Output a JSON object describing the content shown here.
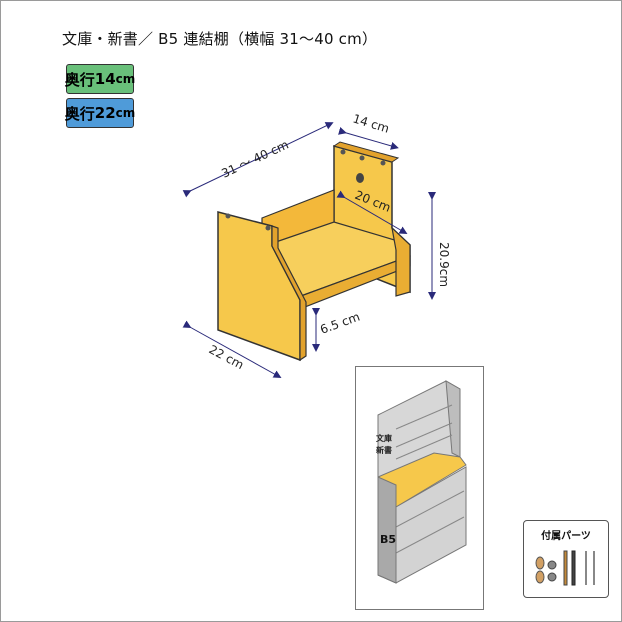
{
  "title": "文庫・新書／ B5 連結棚（横幅 31～40 cm）",
  "badges": [
    {
      "label": "奥行",
      "value": "14",
      "unit": "cm",
      "color": "#69c07a"
    },
    {
      "label": "奥行",
      "value": "22",
      "unit": "cm",
      "color": "#4f9bd9"
    }
  ],
  "dimensions": {
    "width": "31 ～ 40 cm",
    "depth_top": "14 cm",
    "inner_depth": "20 cm",
    "height": "20.9cm",
    "clearance": "6.5 cm",
    "depth_bottom": "22 cm"
  },
  "preview": {
    "top_label": "文庫\n新書",
    "bottom_label": "B5",
    "highlight_color": "#f6c84b"
  },
  "parts": {
    "label": "付属パーツ"
  },
  "colors": {
    "wood": "#f6c84b",
    "wood_edge": "#333333",
    "dimension_line": "#2a2a7a"
  }
}
